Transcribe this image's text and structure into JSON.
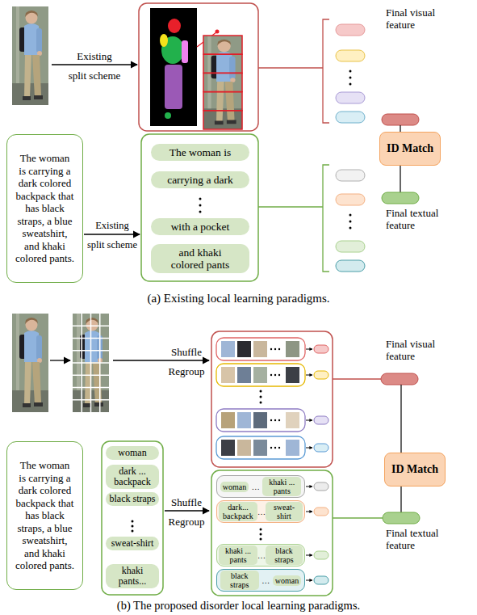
{
  "diagram": {
    "nodes": [
      {
        "text": [
          "The woman is carrying a dark colored backpack that has black straps, a blue sweatshirt, and khaki colored pants."
        ]
      },
      {
        "text": [
          "The woman is"
        ]
      },
      {
        "text": [
          "carrying a dark"
        ]
      },
      {
        "text": [
          "with a pocket"
        ]
      },
      {
        "text": [
          "and khaki colored pants"
        ]
      },
      {
        "text": [
          "ID Match"
        ]
      },
      {
        "text": [
          "The woman is carrying a dark colored backpack that has black straps, a blue sweatshirt, and khaki colored pants."
        ]
      },
      {
        "text": [
          "woman"
        ]
      },
      {
        "text": [
          "dark ... backpack"
        ]
      },
      {
        "text": [
          "black straps"
        ]
      },
      {
        "text": [
          "sweat-shirt"
        ]
      },
      {
        "text": [
          "khaki pants..."
        ]
      },
      {
        "text": [
          "…"
        ]
      },
      {
        "text": [
          "woman"
        ],
        "in": 12
      },
      {
        "text": [
          "khaki ... pants"
        ],
        "in": 12
      },
      {
        "text": [
          "…"
        ]
      },
      {
        "text": [
          "dark... backpack"
        ],
        "in": 15
      },
      {
        "text": [
          "sweat-shirt"
        ],
        "in": 15
      },
      {
        "text": [
          "…"
        ]
      },
      {
        "text": [
          "khaki ... pants"
        ],
        "in": 18
      },
      {
        "text": [
          "black straps"
        ],
        "in": 18
      },
      {
        "text": [
          "…"
        ]
      },
      {
        "text": [
          "black straps"
        ],
        "in": 21
      },
      {
        "text": [
          "woman"
        ],
        "in": 21
      },
      {
        "text": [
          "ID Match"
        ]
      }
    ],
    "labels": [
      "Existing",
      "split scheme",
      "Final visual feature",
      "Existing",
      "split scheme",
      "Final textual feature",
      "(a) Existing local learning paradigms.",
      "Shuffle",
      "Regroup",
      "Final visual feature",
      "Shuffle",
      "Regroup",
      "Final textual feature",
      "(b) The proposed disorder local learning paradigms."
    ]
  }
}
